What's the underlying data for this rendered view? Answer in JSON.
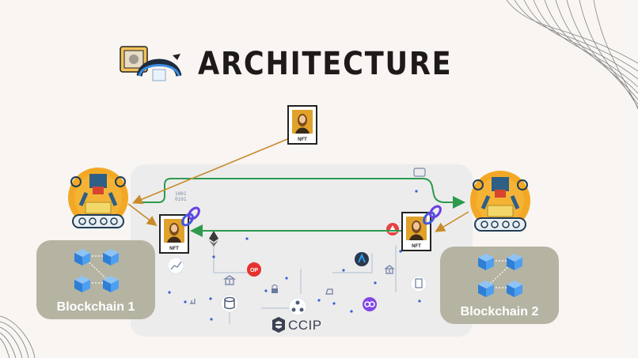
{
  "title": "ARCHITECTURE",
  "center_label": "CCIP",
  "nft_label": "NFT",
  "chains": [
    {
      "label": "Blockchain 1"
    },
    {
      "label": "Blockchain 2"
    }
  ],
  "icons": {
    "title_logo": "nft-bridge-icon",
    "robot": "robotic-arm-conveyor-icon",
    "nft": "nft-painting-icon",
    "link": "chain-link-icon",
    "blocks": "cube-network-icon",
    "ethereum": "ethereum-icon",
    "optimism": "optimism-icon",
    "avalanche": "avalanche-icon",
    "arbitrum": "arbitrum-icon",
    "polygon": "polygon-icon",
    "database": "database-icon",
    "bank": "bank-icon"
  },
  "colors": {
    "background": "#f8f5f2",
    "panel": "#ececec",
    "chain_box": "#b5b4a3",
    "cube": "#3e8ee6",
    "green_arrow": "#2d9a4e",
    "orange_arrow": "#c98a2a",
    "robot_sun": "#f3a825",
    "title": "#1e1a1a"
  }
}
